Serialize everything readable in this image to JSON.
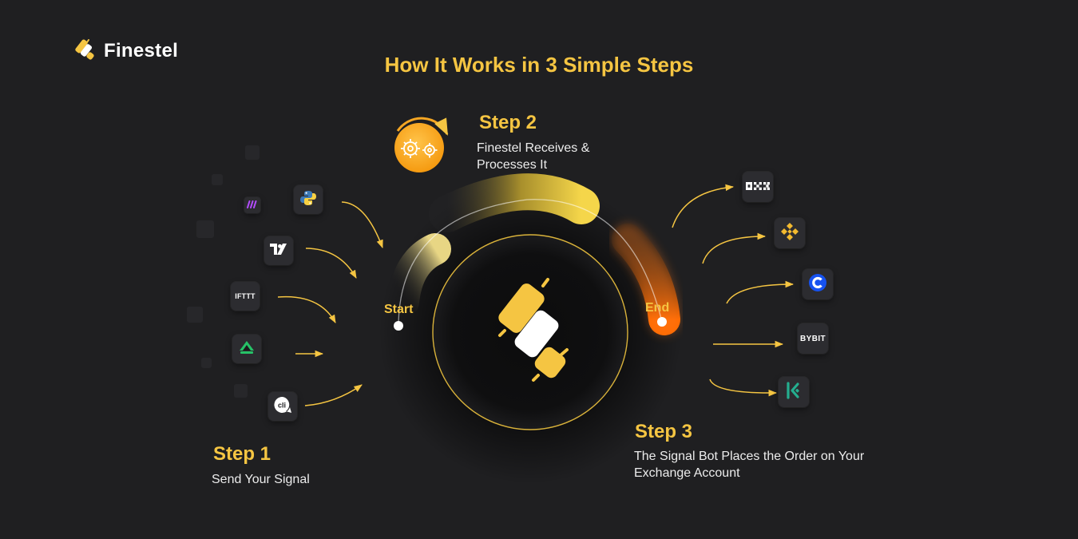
{
  "brand": {
    "name": "Finestel",
    "logo_icon": "finestel-logo-icon"
  },
  "heading": "How It Works in 3 Simple Steps",
  "steps": [
    {
      "title": "Step 1",
      "description": "Send Your Signal"
    },
    {
      "title": "Step 2",
      "description_line1": "Finestel Receives &",
      "description_line2": "Processes It"
    },
    {
      "title": "Step 3",
      "description_line1": "The Signal Bot Places the Order on Your",
      "description_line2": "Exchange Account"
    }
  ],
  "flow": {
    "start_label": "Start",
    "end_label": "End"
  },
  "sources": [
    {
      "name": "python",
      "icon": "python-icon"
    },
    {
      "name": "tradingview",
      "icon": "tradingview-icon"
    },
    {
      "name": "ifttt",
      "icon": "ifttt-icon",
      "label": "IFTTT"
    },
    {
      "name": "trendspider",
      "icon": "trendspider-icon"
    },
    {
      "name": "cli",
      "icon": "cli-icon",
      "label": "cli"
    },
    {
      "name": "make",
      "icon": "make-icon"
    }
  ],
  "exchanges": [
    {
      "name": "okx",
      "icon": "okx-icon"
    },
    {
      "name": "binance",
      "icon": "binance-icon"
    },
    {
      "name": "coinbase",
      "icon": "coinbase-icon"
    },
    {
      "name": "bybit",
      "icon": "bybit-icon",
      "label": "BYBIT"
    },
    {
      "name": "kucoin",
      "icon": "kucoin-icon"
    }
  ],
  "colors": {
    "background": "#1f1f21",
    "accent_yellow": "#f5c542",
    "accent_orange": "#ff7a1a",
    "text_white": "#ececec"
  }
}
